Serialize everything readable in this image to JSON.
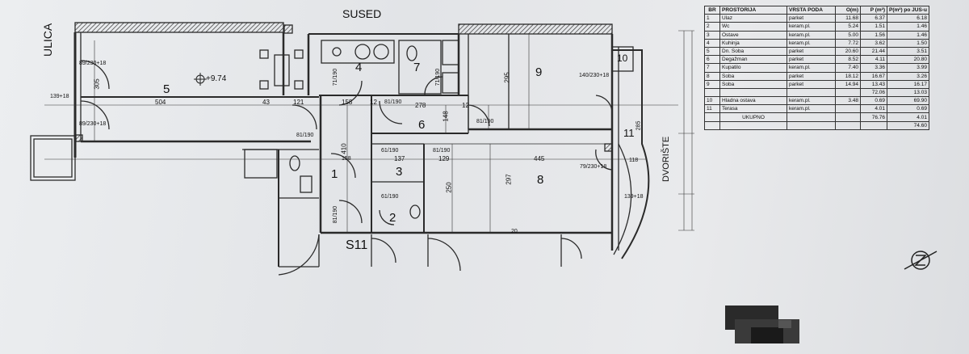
{
  "labels": {
    "north": "SUSED",
    "west": "ULICA",
    "east": "DVORIŠTE",
    "stair": "S11",
    "elevation": "+9.74"
  },
  "rooms": [
    {
      "num": "1"
    },
    {
      "num": "2"
    },
    {
      "num": "3"
    },
    {
      "num": "4"
    },
    {
      "num": "5"
    },
    {
      "num": "6"
    },
    {
      "num": "7"
    },
    {
      "num": "8"
    },
    {
      "num": "9"
    },
    {
      "num": "10"
    },
    {
      "num": "11"
    }
  ],
  "dims": {
    "d504": "504",
    "d43": "43",
    "d121": "121",
    "d158a": "158",
    "d12a": "12",
    "d278": "278",
    "d12b": "12",
    "d305": "305",
    "d410": "410",
    "d158b": "158",
    "d137": "137",
    "d129": "129",
    "d445": "445",
    "d118": "118",
    "d148": "148",
    "d295": "295",
    "d297": "297",
    "d250": "250",
    "d285": "285",
    "d20": "20"
  },
  "doors": {
    "w1": "89/230+18",
    "w2": "89/230+18",
    "w3": "139+18",
    "d1": "81/190",
    "d2": "81/190",
    "d3": "71/190",
    "d4": "71/190",
    "d5": "81/190",
    "d6": "81/190",
    "d7": "61/190",
    "d8": "61/190",
    "d9": "81/190",
    "d10": "79/230+18",
    "d11": "140/230+18",
    "d12": "139+18"
  },
  "legend": {
    "headers": [
      "BR",
      "PROSTORIJA",
      "VRSTA PODA",
      "O(m)",
      "P (m²)",
      "P(m²) po JUS-u"
    ],
    "rows": [
      [
        "1",
        "Ulaz",
        "parket",
        "11.68",
        "6.37",
        "6.18"
      ],
      [
        "2",
        "Wc",
        "keram.pl.",
        "5.24",
        "1.51",
        "1.46"
      ],
      [
        "3",
        "Ostave",
        "keram.pl.",
        "5.00",
        "1.56",
        "1.46"
      ],
      [
        "4",
        "Kuhinja",
        "keram.pl.",
        "7.72",
        "3.62",
        "1.50"
      ],
      [
        "5",
        "Dn. Soba",
        "parket",
        "20.60",
        "21.44",
        "3.51"
      ],
      [
        "6",
        "Degažman",
        "parket",
        "8.52",
        "4.11",
        "20.80"
      ],
      [
        "7",
        "Kupatilo",
        "keram.pl.",
        "7.40",
        "3.36",
        "3.99"
      ],
      [
        "8",
        "Soba",
        "parket",
        "18.12",
        "16.67",
        "3.26"
      ],
      [
        "9",
        "Soba",
        "parket",
        "14.94",
        "13.43",
        "16.17"
      ],
      [
        "",
        "",
        "",
        "",
        "72.06",
        "13.03"
      ],
      [
        "10",
        "Hladna ostava",
        "keram.pl.",
        "3.48",
        "0.69",
        "69.90"
      ],
      [
        "11",
        "Terasa",
        "keram.pl.",
        "",
        "4.01",
        "0.69"
      ],
      [
        "",
        "UKUPNO",
        "",
        "",
        "76.76",
        "4.01"
      ],
      [
        "",
        "",
        "",
        "",
        "",
        "74.60"
      ]
    ]
  },
  "colors": {
    "wall": "#2a2a2a",
    "paper": "#e6e7e9",
    "line": "#3a3a3a"
  }
}
